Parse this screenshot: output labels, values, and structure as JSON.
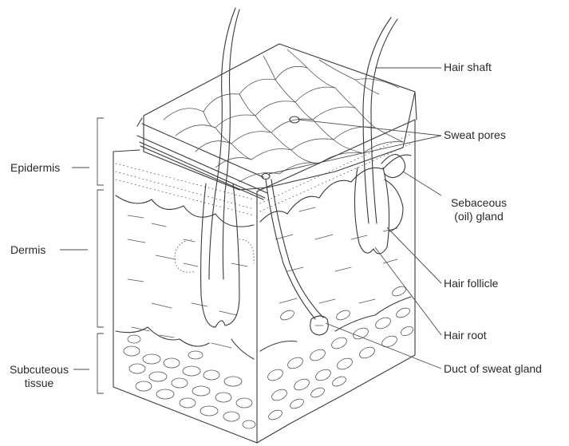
{
  "labels": {
    "hair_shaft": "Hair shaft",
    "sweat_pores": "Sweat pores",
    "sebaceous_line1": "Sebaceous",
    "sebaceous_line2": "(oil) gland",
    "hair_follicle": "Hair follicle",
    "hair_root": "Hair root",
    "duct": "Duct of sweat gland",
    "epidermis": "Epidermis",
    "dermis": "Dermis",
    "subcut_line1": "Subcuteous",
    "subcut_line2": "tissue"
  },
  "colors": {
    "ink": "#3a3a3a",
    "background": "#ffffff"
  }
}
